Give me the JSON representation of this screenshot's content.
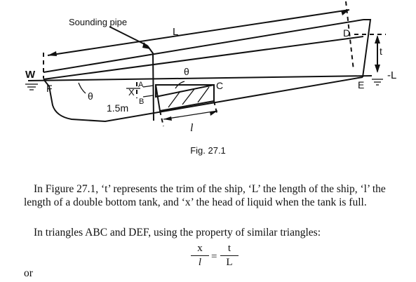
{
  "figure": {
    "labels": {
      "sounding_pipe": "Sounding pipe",
      "L": "L",
      "D": "D",
      "t": "t",
      "W": "W",
      "L_waterline": "-L",
      "F": "F",
      "theta_left": "θ",
      "theta_top": "θ",
      "A": "A",
      "x": "X",
      "B": "B",
      "C": "C",
      "E": "E",
      "dist": "1.5m",
      "l": "l"
    },
    "caption": "Fig. 27.1"
  },
  "text": {
    "paragraph1": "In Figure 27.1, ‘t’ represents the trim of the ship, ‘L’ the length of the ship, ‘l’ the length of a double bottom tank, and ‘x’ the head of liquid when the tank is full.",
    "paragraph2": "In triangles ABC and DEF, using the property of similar triangles:",
    "formula": {
      "lhs_num": "x",
      "lhs_den": "l",
      "eq": "=",
      "rhs_num": "t",
      "rhs_den": "L"
    },
    "or": "or"
  }
}
